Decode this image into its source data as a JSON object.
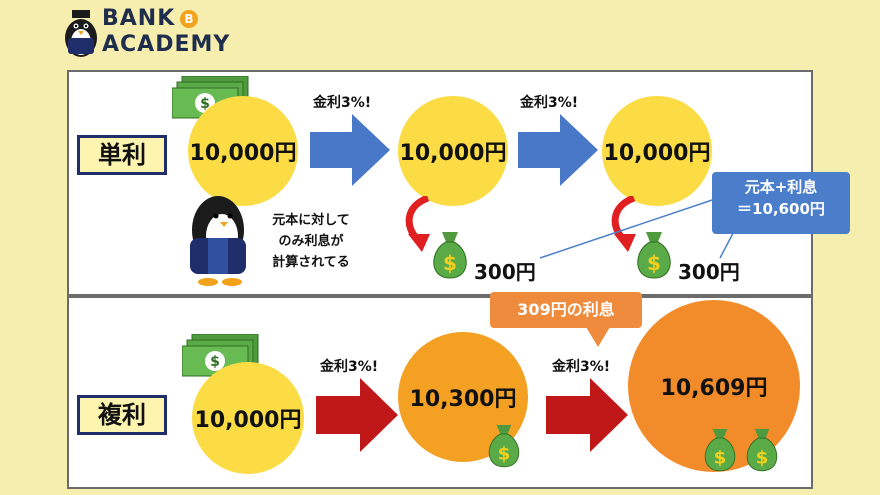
{
  "logo": {
    "line1": "BANK",
    "line2": "ACADEMY",
    "coin": "B"
  },
  "simple": {
    "label": "単利",
    "principal": "10,000円",
    "rate1": "金利3%!",
    "step1": "10,000円",
    "rate2": "金利3%!",
    "step2": "10,000円",
    "interest1": "300円",
    "interest2": "300円",
    "note": [
      "元本に対して",
      "のみ利息が",
      "計算されてる"
    ],
    "total_callout": [
      "元本+利息",
      "＝10,600円"
    ]
  },
  "compound": {
    "label": "複利",
    "principal": "10,000円",
    "rate1": "金利3%!",
    "step1": "10,300円",
    "rate2": "金利3%!",
    "step2": "10,609円",
    "interest_callout": "309円の利息"
  },
  "colors": {
    "background": "#f6eeae",
    "simple_arrow": "#4a78c8",
    "compound_arrow": "#c01818",
    "coin_yellow": "#fbdc45",
    "coin_orange": "#f4a023",
    "callout_blue": "#4a7ecb",
    "callout_orange": "#ef8b3c"
  },
  "icons": [
    "penguin-icon",
    "cash-stack-icon",
    "money-bag-icon",
    "bitcoin-coin-icon"
  ]
}
